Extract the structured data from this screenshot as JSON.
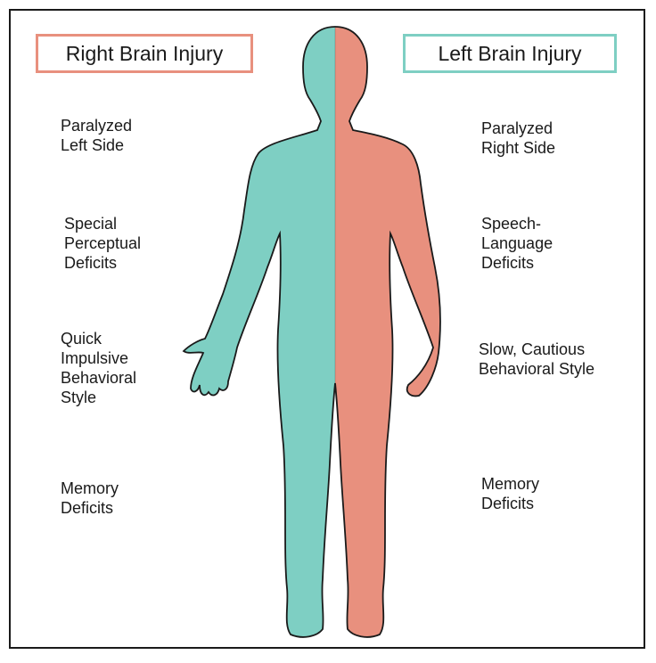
{
  "colors": {
    "right_side_color": "#e8907e",
    "left_side_color": "#7ecfc3",
    "outline": "#1a1a1a"
  },
  "right_brain": {
    "header": "Right Brain Injury",
    "symptoms": [
      "Paralyzed\nLeft Side",
      "Special\nPerceptual\nDeficits",
      "Quick\nImpulsive\nBehavioral\nStyle",
      "Memory\nDeficits"
    ]
  },
  "left_brain": {
    "header": "Left Brain Injury",
    "symptoms": [
      "Paralyzed\nRight Side",
      "Speech-\nLanguage\nDeficits",
      "Slow, Cautious\nBehavioral Style",
      "Memory\nDeficits"
    ]
  }
}
